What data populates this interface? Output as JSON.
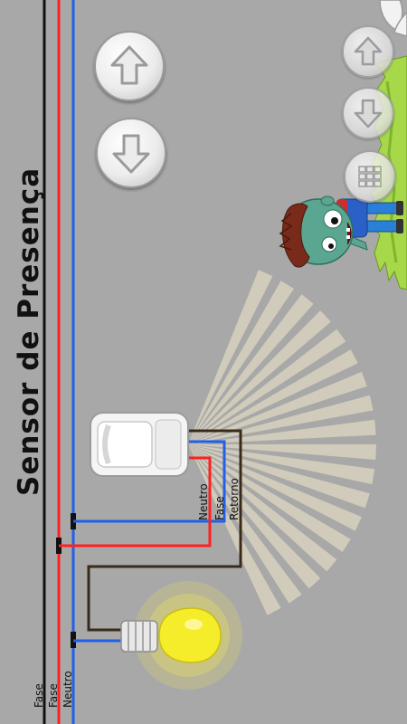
{
  "title": "Sensor de Presença",
  "wires": {
    "left_labels": [
      "Fase",
      "Fase",
      "Neutro"
    ],
    "sensor_labels": [
      "Neutro",
      "Fase",
      "Retorno"
    ]
  },
  "colors": {
    "background": "#a8a8a8",
    "phase_wire": "#ff2020",
    "neutral_wire": "#2060e8",
    "black_wire": "#111111",
    "return_wire": "#3a2a1a",
    "lamp_glow": "#fff24a",
    "detection_cone": "#d9d2bf",
    "grass": "#a6d84a"
  },
  "controls": {
    "left_buttons": [
      "up-arrow-icon",
      "down-arrow-icon"
    ],
    "right_buttons": [
      "up-arrow-icon",
      "down-arrow-icon",
      "grid-icon"
    ]
  },
  "character": "zombie",
  "lamp_state": "on"
}
